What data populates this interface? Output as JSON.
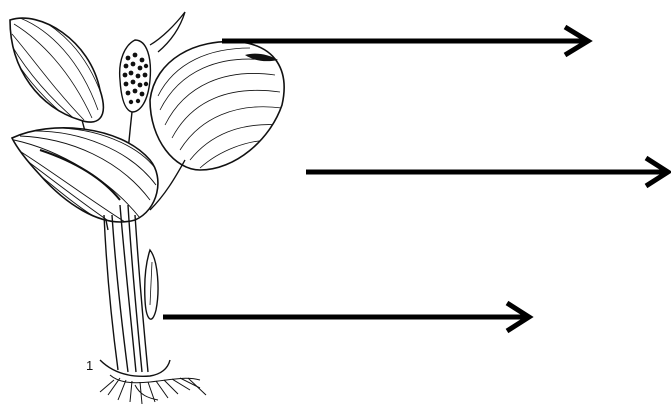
{
  "figure": {
    "plate_number": "1",
    "ink_color": "#111111",
    "arrow_color": "#000000",
    "paper_color": "#ffffff"
  },
  "plant": {
    "icon": "plant-illustration-icon",
    "parts": [
      "upper-leaf",
      "spadix-inflorescence",
      "spathe-bract",
      "large-lower-leaf",
      "petioles-stems",
      "roots"
    ]
  },
  "arrows": [
    {
      "name": "arrow-to-spathe",
      "icon": "arrow-right-icon"
    },
    {
      "name": "arrow-to-leaf",
      "icon": "arrow-right-icon"
    },
    {
      "name": "arrow-to-stem",
      "icon": "arrow-right-icon"
    }
  ]
}
